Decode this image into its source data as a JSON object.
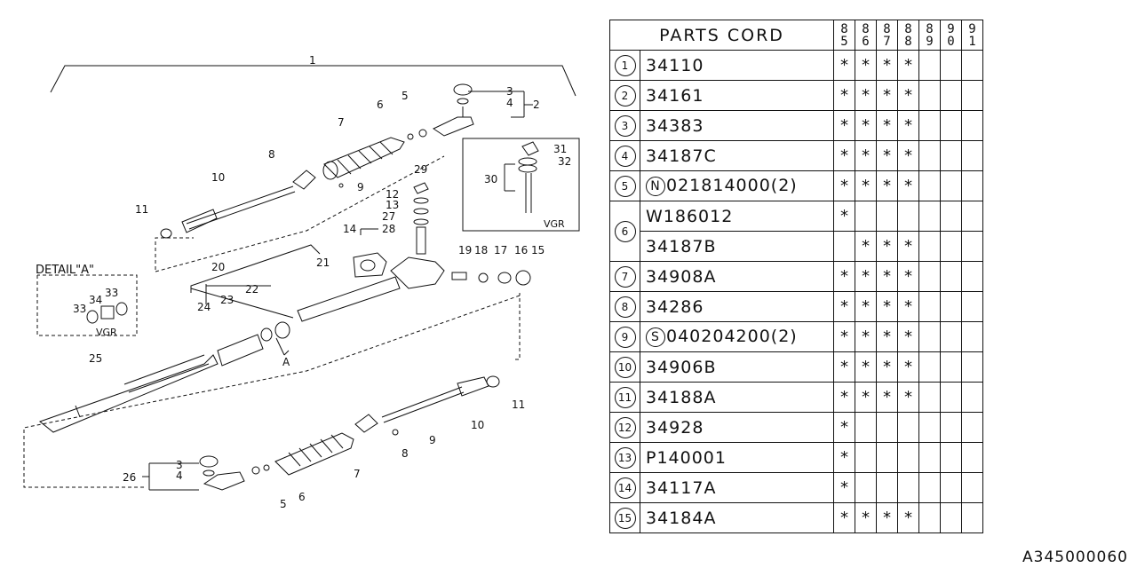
{
  "table": {
    "header": "PARTS CORD",
    "years": [
      [
        "8",
        "5"
      ],
      [
        "8",
        "6"
      ],
      [
        "8",
        "7"
      ],
      [
        "8",
        "8"
      ],
      [
        "8",
        "9"
      ],
      [
        "9",
        "0"
      ],
      [
        "9",
        "1"
      ]
    ],
    "rows": [
      {
        "index": "1",
        "parts": [
          {
            "prefix": "",
            "number": "34110",
            "marks": [
              "*",
              "*",
              "*",
              "*",
              "",
              "",
              ""
            ]
          }
        ]
      },
      {
        "index": "2",
        "parts": [
          {
            "prefix": "",
            "number": "34161",
            "marks": [
              "*",
              "*",
              "*",
              "*",
              "",
              "",
              ""
            ]
          }
        ]
      },
      {
        "index": "3",
        "parts": [
          {
            "prefix": "",
            "number": "34383",
            "marks": [
              "*",
              "*",
              "*",
              "*",
              "",
              "",
              ""
            ]
          }
        ]
      },
      {
        "index": "4",
        "parts": [
          {
            "prefix": "",
            "number": "34187C",
            "marks": [
              "*",
              "*",
              "*",
              "*",
              "",
              "",
              ""
            ]
          }
        ]
      },
      {
        "index": "5",
        "parts": [
          {
            "prefix": "N",
            "number": "021814000(2)",
            "marks": [
              "*",
              "*",
              "*",
              "*",
              "",
              "",
              ""
            ]
          }
        ]
      },
      {
        "index": "6",
        "parts": [
          {
            "prefix": "",
            "number": "W186012",
            "marks": [
              "*",
              "",
              "",
              "",
              "",
              "",
              ""
            ]
          },
          {
            "prefix": "",
            "number": "34187B",
            "marks": [
              "",
              "*",
              "*",
              "*",
              "",
              "",
              ""
            ]
          }
        ]
      },
      {
        "index": "7",
        "parts": [
          {
            "prefix": "",
            "number": "34908A",
            "marks": [
              "*",
              "*",
              "*",
              "*",
              "",
              "",
              ""
            ]
          }
        ]
      },
      {
        "index": "8",
        "parts": [
          {
            "prefix": "",
            "number": "34286",
            "marks": [
              "*",
              "*",
              "*",
              "*",
              "",
              "",
              ""
            ]
          }
        ]
      },
      {
        "index": "9",
        "parts": [
          {
            "prefix": "S",
            "number": "040204200(2)",
            "marks": [
              "*",
              "*",
              "*",
              "*",
              "",
              "",
              ""
            ]
          }
        ]
      },
      {
        "index": "10",
        "parts": [
          {
            "prefix": "",
            "number": "34906B",
            "marks": [
              "*",
              "*",
              "*",
              "*",
              "",
              "",
              ""
            ]
          }
        ]
      },
      {
        "index": "11",
        "parts": [
          {
            "prefix": "",
            "number": "34188A",
            "marks": [
              "*",
              "*",
              "*",
              "*",
              "",
              "",
              ""
            ]
          }
        ]
      },
      {
        "index": "12",
        "parts": [
          {
            "prefix": "",
            "number": "34928",
            "marks": [
              "*",
              "",
              "",
              "",
              "",
              "",
              ""
            ]
          }
        ]
      },
      {
        "index": "13",
        "parts": [
          {
            "prefix": "",
            "number": "P140001",
            "marks": [
              "*",
              "",
              "",
              "",
              "",
              "",
              ""
            ]
          }
        ]
      },
      {
        "index": "14",
        "parts": [
          {
            "prefix": "",
            "number": "34117A",
            "marks": [
              "*",
              "",
              "",
              "",
              "",
              "",
              ""
            ]
          }
        ]
      },
      {
        "index": "15",
        "parts": [
          {
            "prefix": "",
            "number": "34184A",
            "marks": [
              "*",
              "*",
              "*",
              "*",
              "",
              "",
              ""
            ]
          }
        ]
      }
    ]
  },
  "diagram": {
    "detail_title": "DETAIL\"A\"",
    "vgr_label": "VGR",
    "view_marker": "A",
    "callouts": [
      "1",
      "2",
      "3",
      "4",
      "5",
      "6",
      "7",
      "8",
      "9",
      "10",
      "11",
      "12",
      "13",
      "14",
      "15",
      "16",
      "17",
      "18",
      "19",
      "20",
      "21",
      "22",
      "23",
      "24",
      "25",
      "26",
      "27",
      "28",
      "29",
      "30",
      "31",
      "32",
      "33",
      "34"
    ]
  },
  "reference_code": "A345000060"
}
